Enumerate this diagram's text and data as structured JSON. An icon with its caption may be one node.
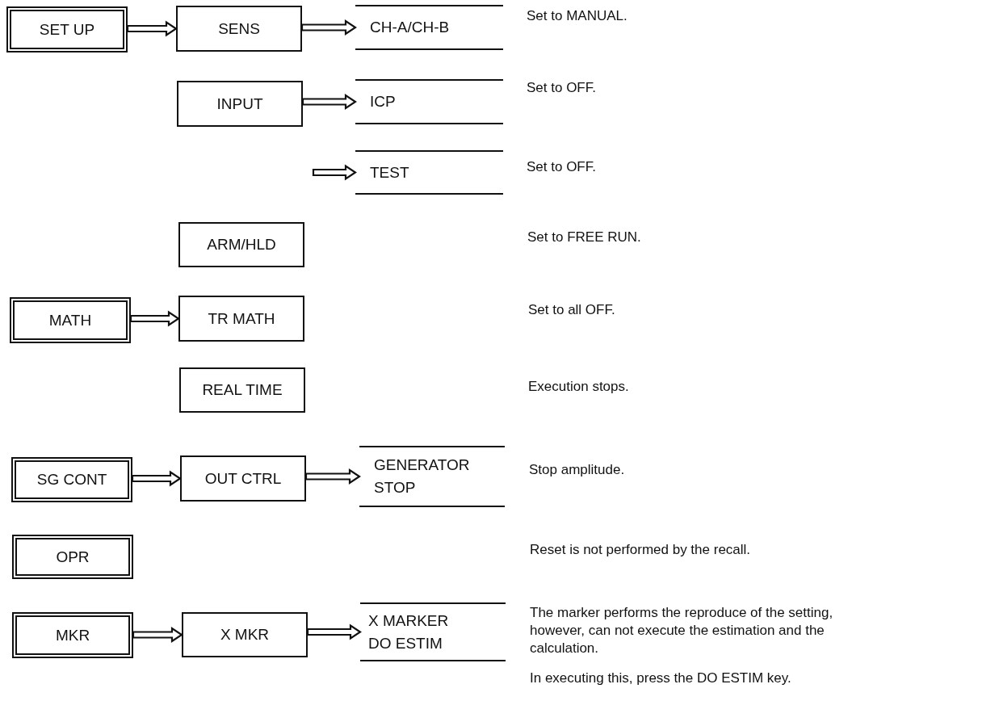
{
  "diagram": {
    "nodes": [
      {
        "text": [
          "SET UP"
        ]
      },
      {
        "text": [
          "SENS"
        ]
      },
      {
        "text": [
          "CH-A/CH-B"
        ]
      },
      {
        "text": [
          "INPUT"
        ]
      },
      {
        "text": [
          "ICP"
        ]
      },
      {
        "text": [
          "TEST"
        ]
      },
      {
        "text": [
          "ARM/HLD"
        ]
      },
      {
        "text": [
          "MATH"
        ]
      },
      {
        "text": [
          "TR MATH"
        ]
      },
      {
        "text": [
          "REAL TIME"
        ]
      },
      {
        "text": [
          "SG CONT"
        ]
      },
      {
        "text": [
          "OUT CTRL"
        ]
      },
      {
        "text": [
          "GENERATOR STOP"
        ]
      },
      {
        "text": [
          "OPR"
        ]
      },
      {
        "text": [
          "MKR"
        ]
      },
      {
        "text": [
          "X MKR"
        ]
      },
      {
        "text": [
          "X MARKER",
          "DO ESTIM"
        ]
      }
    ],
    "edges": [
      {
        "from": 0,
        "to": 1,
        "arrow": "to"
      },
      {
        "from": 1,
        "to": 2,
        "arrow": "to"
      },
      {
        "from": 3,
        "to": 4,
        "arrow": "to"
      },
      {
        "from": null,
        "to": 5,
        "arrow": "to"
      },
      {
        "from": 7,
        "to": 8,
        "arrow": "to"
      },
      {
        "from": 10,
        "to": 11,
        "arrow": "to"
      },
      {
        "from": 11,
        "to": 12,
        "arrow": "to"
      },
      {
        "from": 14,
        "to": 15,
        "arrow": "to"
      },
      {
        "from": 15,
        "to": 16,
        "arrow": "to"
      }
    ],
    "labels": [
      "Set to MANUAL.",
      "Set to OFF.",
      "Set to OFF.",
      "Set to FREE RUN.",
      "Set to all OFF.",
      "Execution stops.",
      "Stop amplitude.",
      "Reset is not performed by the recall.",
      "The marker performs the reproduce of the setting, however, can not execute the estimation and the calculation.",
      "In executing this, press the DO ESTIM key."
    ]
  }
}
